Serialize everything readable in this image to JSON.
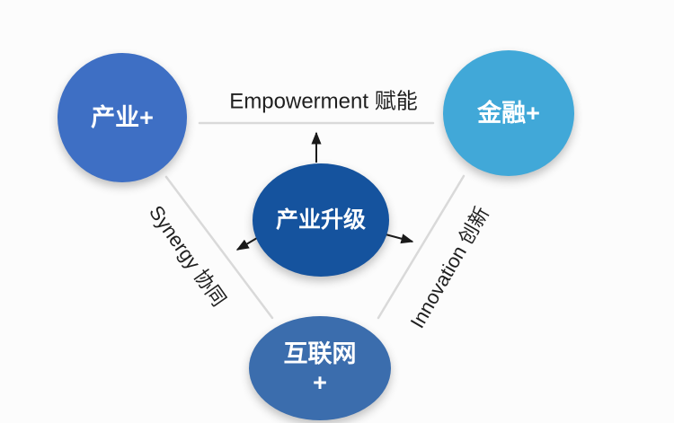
{
  "diagram": {
    "background_color": "#fcfcfc",
    "text_color_on_nodes": "#ffffff",
    "nodes": {
      "industry": {
        "label": "产业+",
        "color": "#3e6fc4"
      },
      "finance": {
        "label": "金融+",
        "color": "#41a8d8"
      },
      "upgrade": {
        "label": "产业升级",
        "color": "#15539e"
      },
      "internet": {
        "label": "互联网",
        "label_line2": "+",
        "color": "#3b6dad"
      }
    },
    "edges": {
      "top_label": "Empowerment 赋能",
      "left_label": "Synergy 协同",
      "right_label": "Innovation 创新",
      "line_color": "#d9d9d9",
      "arrow_color": "#1a1a1a"
    }
  }
}
